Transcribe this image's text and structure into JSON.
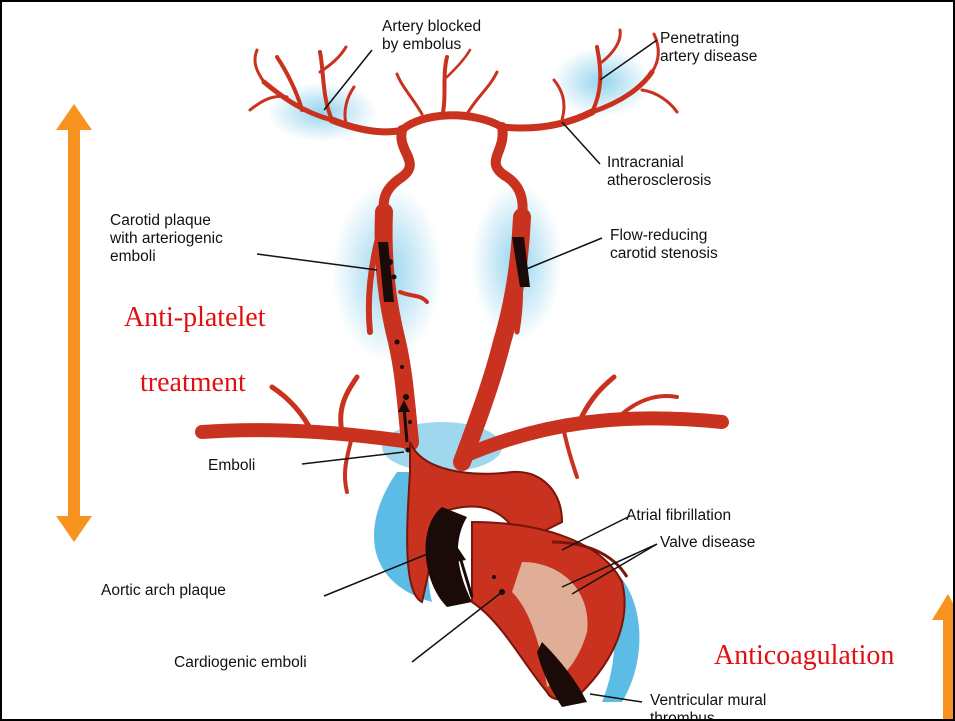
{
  "labels": {
    "artery_blocked": [
      "Artery blocked",
      "by embolus"
    ],
    "penetrating": [
      "Penetrating",
      "artery disease"
    ],
    "intracranial": [
      "Intracranial",
      "atherosclerosis"
    ],
    "carotid_plaque": [
      "Carotid plaque",
      "with arteriogenic",
      "emboli"
    ],
    "flow_reducing": [
      "Flow-reducing",
      "carotid stenosis"
    ],
    "emboli": "Emboli",
    "atrial_fib": "Atrial fibrillation",
    "valve_disease": "Valve disease",
    "aortic_arch": "Aortic arch plaque",
    "cardiogenic": "Cardiogenic emboli",
    "ventricular": [
      "Ventricular mural",
      "thrombus"
    ]
  },
  "treatments": {
    "antiplatelet_line1": "Anti-platelet",
    "antiplatelet_line2": "treatment",
    "anticoagulation": "Anticoagulation"
  },
  "colors": {
    "arrow": "#f7931e",
    "treatment_text": "#e01010",
    "artery": "#c8321e",
    "artery_dark": "#8a1a10",
    "background_wash": "#3fb0e0"
  }
}
